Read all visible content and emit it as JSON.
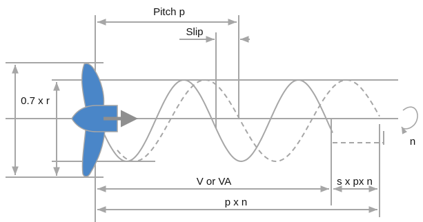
{
  "labels": {
    "pitch": "Pitch p",
    "slip": "Slip",
    "radius": "0.7 x r",
    "velocity": "V or VA",
    "slip_distance": "s x px n",
    "pitch_times_n": "p x n",
    "revolutions": "n"
  },
  "colors": {
    "line": "#a6a6a6",
    "wave_solid": "#a6a6a6",
    "wave_dashed": "#a6a6a6",
    "propeller_fill": "#4a86c8",
    "propeller_stroke": "#a6a6a6",
    "shaft": "#8f8f8f",
    "text": "#111111"
  }
}
